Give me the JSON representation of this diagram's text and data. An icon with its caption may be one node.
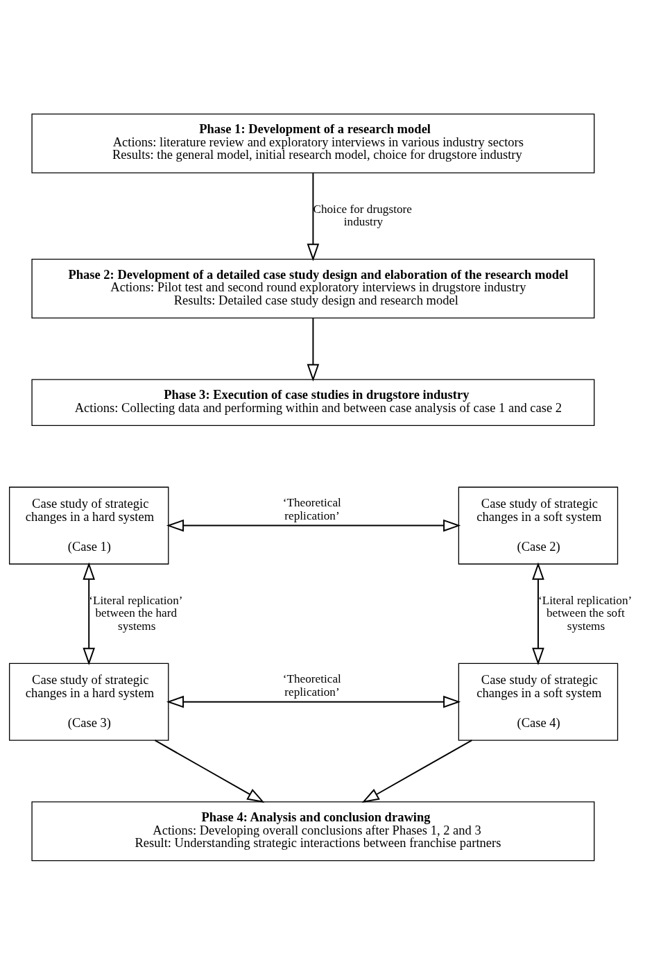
{
  "diagram": {
    "nodes": [
      {
        "text": [
          "Phase 1: Development of a research model",
          "Actions: literature review and exploratory interviews in various industry sectors",
          "Results: the general model, initial research model, choice for drugstore industry"
        ]
      },
      {
        "text": [
          "Phase 2: Development of a detailed case study design and elaboration of the research model",
          "Actions: Pilot test and second round exploratory interviews in drugstore industry",
          "Results: Detailed case study design and research model"
        ]
      },
      {
        "text": [
          "Phase 3: Execution of case studies in drugstore industry",
          "Actions: Collecting data and performing within and between case analysis of case 1 and case 2"
        ]
      },
      {
        "text": [
          "Case study of strategic changes in a hard system",
          "(Case 1)"
        ]
      },
      {
        "text": [
          "Case study of strategic changes in a soft system",
          "(Case 2)"
        ]
      },
      {
        "text": [
          "Case study of strategic changes in a hard system",
          "(Case 3)"
        ]
      },
      {
        "text": [
          "Case study of strategic changes in a soft system",
          "(Case 4)"
        ]
      },
      {
        "text": [
          "Phase 4: Analysis and conclusion drawing",
          "Actions: Developing overall conclusions after Phases 1, 2 and 3",
          "Result: Understanding strategic interactions between franchise partners"
        ]
      }
    ],
    "edges": [
      {
        "from": 0,
        "to": 1,
        "arrow": "to",
        "label": "Choice for drugstore industry"
      },
      {
        "from": 1,
        "to": 2,
        "arrow": "to"
      },
      {
        "from": 3,
        "to": 4,
        "arrow": "both",
        "label": "‘Theoretical replication’"
      },
      {
        "from": 3,
        "to": 5,
        "arrow": "both",
        "label": "‘Literal replication’ between the hard systems"
      },
      {
        "from": 4,
        "to": 6,
        "arrow": "both",
        "label": "‘Literal replication’ between the soft systems"
      },
      {
        "from": 5,
        "to": 6,
        "arrow": "both",
        "label": "‘Theoretical replication’"
      },
      {
        "from": 5,
        "to": 7,
        "arrow": "to"
      },
      {
        "from": 6,
        "to": 7,
        "arrow": "to"
      }
    ]
  }
}
